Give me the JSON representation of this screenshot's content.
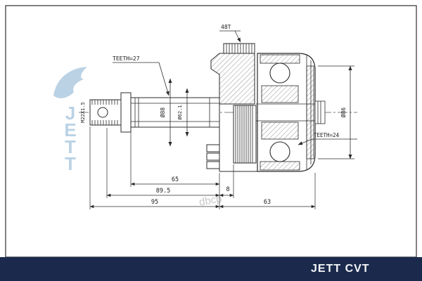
{
  "drawing": {
    "thread_label": "M22X1.5",
    "spline_label_shaft": "TEETH=27",
    "abs_ring_label": "48T",
    "spline_label_inner": "TEETH=24",
    "dia_88": "Ø88",
    "dia_62_1": "Ø62.1",
    "dia_86": "Ø86",
    "dim_65": "65",
    "dim_89_5": "89.5",
    "dim_8": "8",
    "dim_95": "95",
    "dim_63": "63"
  },
  "watermark": {
    "letters": [
      "J",
      "E",
      "T",
      "T"
    ],
    "center_text": "dbcp"
  },
  "footer": {
    "brand": "JETT CVT"
  },
  "colors": {
    "footer_bg": "#1b2a4c",
    "watermark_blue": "#b7d0e4",
    "line": "#2b2b2b"
  }
}
